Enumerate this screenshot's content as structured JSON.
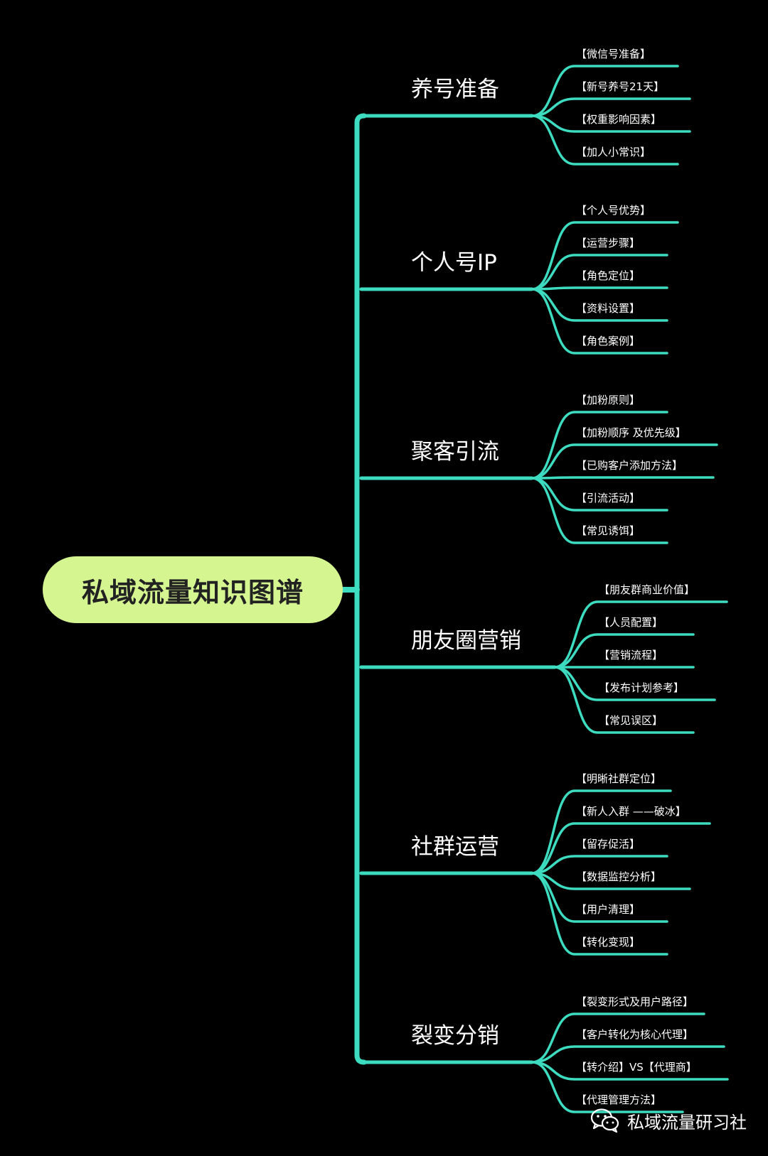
{
  "colors": {
    "background": "#000000",
    "line": "#3ddcc0",
    "root_fill": "#d4f590",
    "root_text": "#222222",
    "text": "#ffffff"
  },
  "root": {
    "label": "私域流量知识图谱"
  },
  "branches": [
    {
      "label": "养号准备",
      "items": [
        "【微信号准备】",
        "【新号养号21天】",
        "【权重影响因素】",
        "【加人小常识】"
      ]
    },
    {
      "label": "个人号IP",
      "items": [
        "【个人号优势】",
        "【运营步骤】",
        "【角色定位】",
        "【资料设置】",
        "【角色案例】"
      ]
    },
    {
      "label": "聚客引流",
      "items": [
        "【加粉原则】",
        "【加粉顺序 及优先级】",
        "【已购客户添加方法】",
        "【引流活动】",
        "【常见诱饵】"
      ]
    },
    {
      "label": "朋友圈营销",
      "items": [
        "【朋友群商业价值】",
        "【人员配置】",
        "【营销流程】",
        "【发布计划参考】",
        "【常见误区】"
      ]
    },
    {
      "label": "社群运营",
      "items": [
        "【明晰社群定位】",
        "【新人入群 ——破冰】",
        "【留存促活】",
        "【数据监控分析】",
        "【用户清理】",
        "【转化变现】"
      ]
    },
    {
      "label": "裂变分销",
      "items": [
        "【裂变形式及用户路径】",
        "【客户转化为核心代理】",
        "【转介绍】VS【代理商】",
        "【代理管理方法】"
      ]
    }
  ],
  "watermark": {
    "icon": "wechat-icon",
    "text": "私域流量研习社"
  }
}
